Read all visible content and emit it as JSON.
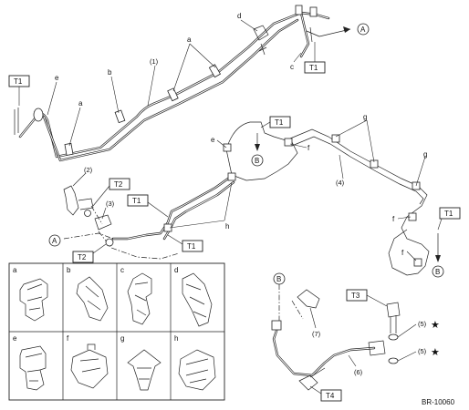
{
  "tags": {
    "t1": "T1",
    "t2": "T2",
    "t3": "T3",
    "t4": "T4"
  },
  "markers": {
    "a": "A",
    "b": "B"
  },
  "callouts": {
    "c1": "(1)",
    "c2": "(2)",
    "c3": "(3)",
    "c4": "(4)",
    "c5": "(5)",
    "c6": "(6)",
    "c7": "(7)"
  },
  "clip_letters": {
    "a": "a",
    "b": "b",
    "c": "c",
    "d": "d",
    "e": "e",
    "f": "f",
    "g": "g",
    "h": "h"
  },
  "star_symbol": "★",
  "figure_id": "BR-10060"
}
